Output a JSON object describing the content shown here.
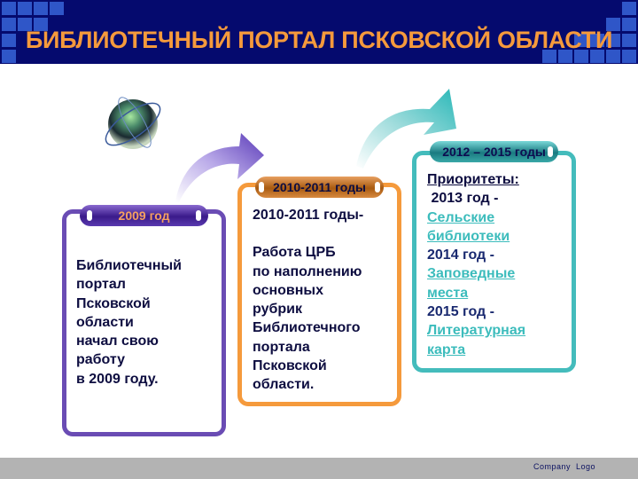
{
  "header": {
    "title": "БИБЛИОТЕЧНЫЙ ПОРТАЛ ПСКОВСКОЙ ОБЛАСТИ",
    "background_color": "#050a6e",
    "title_color": "#f59a3c"
  },
  "timeline": [
    {
      "label": "2009 год",
      "color": "#6a4cb4",
      "text_lines": [
        "Библиотечный",
        "портал",
        "Псковской",
        "области",
        "начал свою",
        "работу",
        "в 2009 году."
      ]
    },
    {
      "label": "2010-2011 годы",
      "color": "#f59a3c",
      "text_lines": [
        "2010-2011 годы-",
        "",
        "Работа ЦРБ",
        "по наполнению",
        "основных",
        "рубрик",
        "Библиотечного",
        "портала",
        "Псковской",
        "области."
      ]
    },
    {
      "label": "2012 – 2015 годы",
      "color": "#44bcbc",
      "priorities_label": "Приоритеты:",
      "items": [
        {
          "year": " 2013 год -",
          "links": [
            "Сельские",
            "библиотеки"
          ]
        },
        {
          "year": "2014 год -",
          "links": [
            "Заповедные",
            "места"
          ]
        },
        {
          "year": "2015 год -",
          "links": [
            "Литературная",
            "карта"
          ]
        }
      ]
    }
  ],
  "icons": {
    "globe": "globe-icon",
    "arrow1": "curved-arrow-icon",
    "arrow2": "curved-arrow-icon"
  },
  "footer": {
    "text": "Company  Logo",
    "background_color": "#b3b3b3"
  }
}
